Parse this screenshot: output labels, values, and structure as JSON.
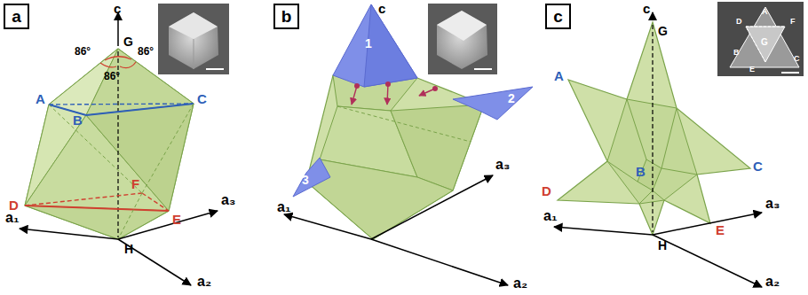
{
  "diagram": {
    "nodes": [
      {
        "text": [
          "a"
        ]
      },
      {
        "text": [
          "b"
        ]
      },
      {
        "text": [
          "c"
        ]
      }
    ],
    "labels": [
      "c",
      "G",
      "86°",
      "86°",
      "86°",
      "A",
      "B",
      "C",
      "D",
      "F",
      "E",
      "a₁",
      "a₃",
      "H",
      "a₂",
      "c",
      "1",
      "2",
      "3",
      "a₁",
      "a₃",
      "a₂",
      "c",
      "G",
      "A",
      "C",
      "B",
      "D",
      "E",
      "H",
      "a₁",
      "a₃",
      "a₂",
      "A",
      "D",
      "F",
      "G",
      "B",
      "C",
      "E"
    ]
  }
}
